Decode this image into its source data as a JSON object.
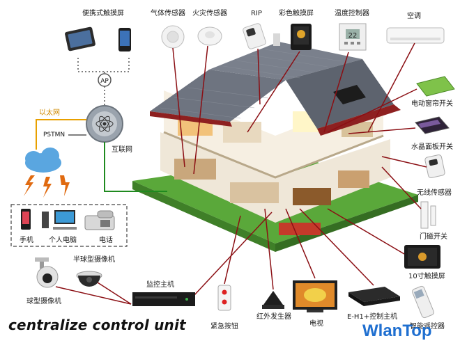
{
  "labels": {
    "portable_touch": "便携式触摸屏",
    "gas_sensor": "气体传感器",
    "fire_sensor": "火灾传感器",
    "rip": "RIP",
    "color_touch": "彩色触摸屏",
    "temp_controller": "温度控制器",
    "air_conditioner": "空调",
    "ap": "AP",
    "ethernet": "以太网",
    "pstmn": "PSTMN",
    "internet": "互联网",
    "curtain_switch": "电动窗帘开关",
    "crystal_panel": "水晶面板开关",
    "wireless_sensor": "无线传感器",
    "door_sensor": "门磁开关",
    "touch10": "10寸触摸屏",
    "phone": "手机",
    "pc": "个人电脑",
    "telephone": "电话",
    "ball_camera": "球型摄像机",
    "half_ball_camera": "半球型摄像机",
    "control_host": "监控主机",
    "emergency_button": "紧急按钮",
    "ir_emitter": "红外发生器",
    "tv": "电视",
    "ehi_controller": "E-H1+控制主机",
    "remote": "智能遥控器",
    "lcd_digits": "22"
  },
  "caption": "centralize control unit",
  "brand": "WlanTop",
  "colors": {
    "dark_red": "#8b0f14",
    "green": "#1f8a1f",
    "orange": "#e8a000",
    "blue_brand": "#1f6fd0"
  }
}
